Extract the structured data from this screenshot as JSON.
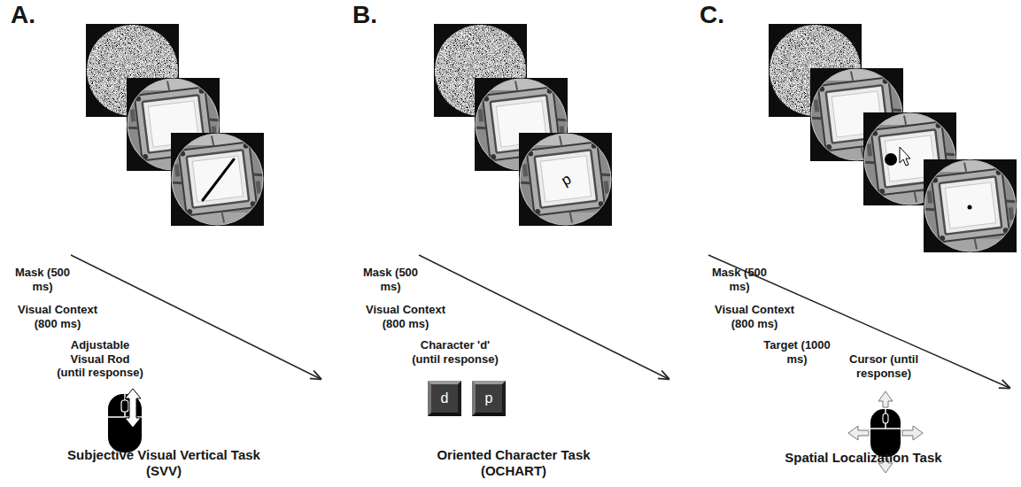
{
  "diagram": {
    "nodes": [
      {
        "text": [
          "d"
        ]
      },
      {
        "text": [
          "p"
        ]
      }
    ],
    "labels": [
      "A.",
      "Mask (500 ms)",
      "Visual Context (800 ms)",
      "Adjustable Visual Rod (until response)",
      "Subjective Visual Vertical Task (SVV)",
      "B.",
      "Mask (500 ms)",
      "Visual Context (800 ms)",
      "Character 'd' (until response)",
      "d",
      "Oriented Character Task (OCHART)",
      "C.",
      "Mask (500 ms)",
      "Visual Context (800 ms)",
      "Target (1000 ms)",
      "Cursor (until response)",
      "Spatial Localization Task"
    ]
  }
}
